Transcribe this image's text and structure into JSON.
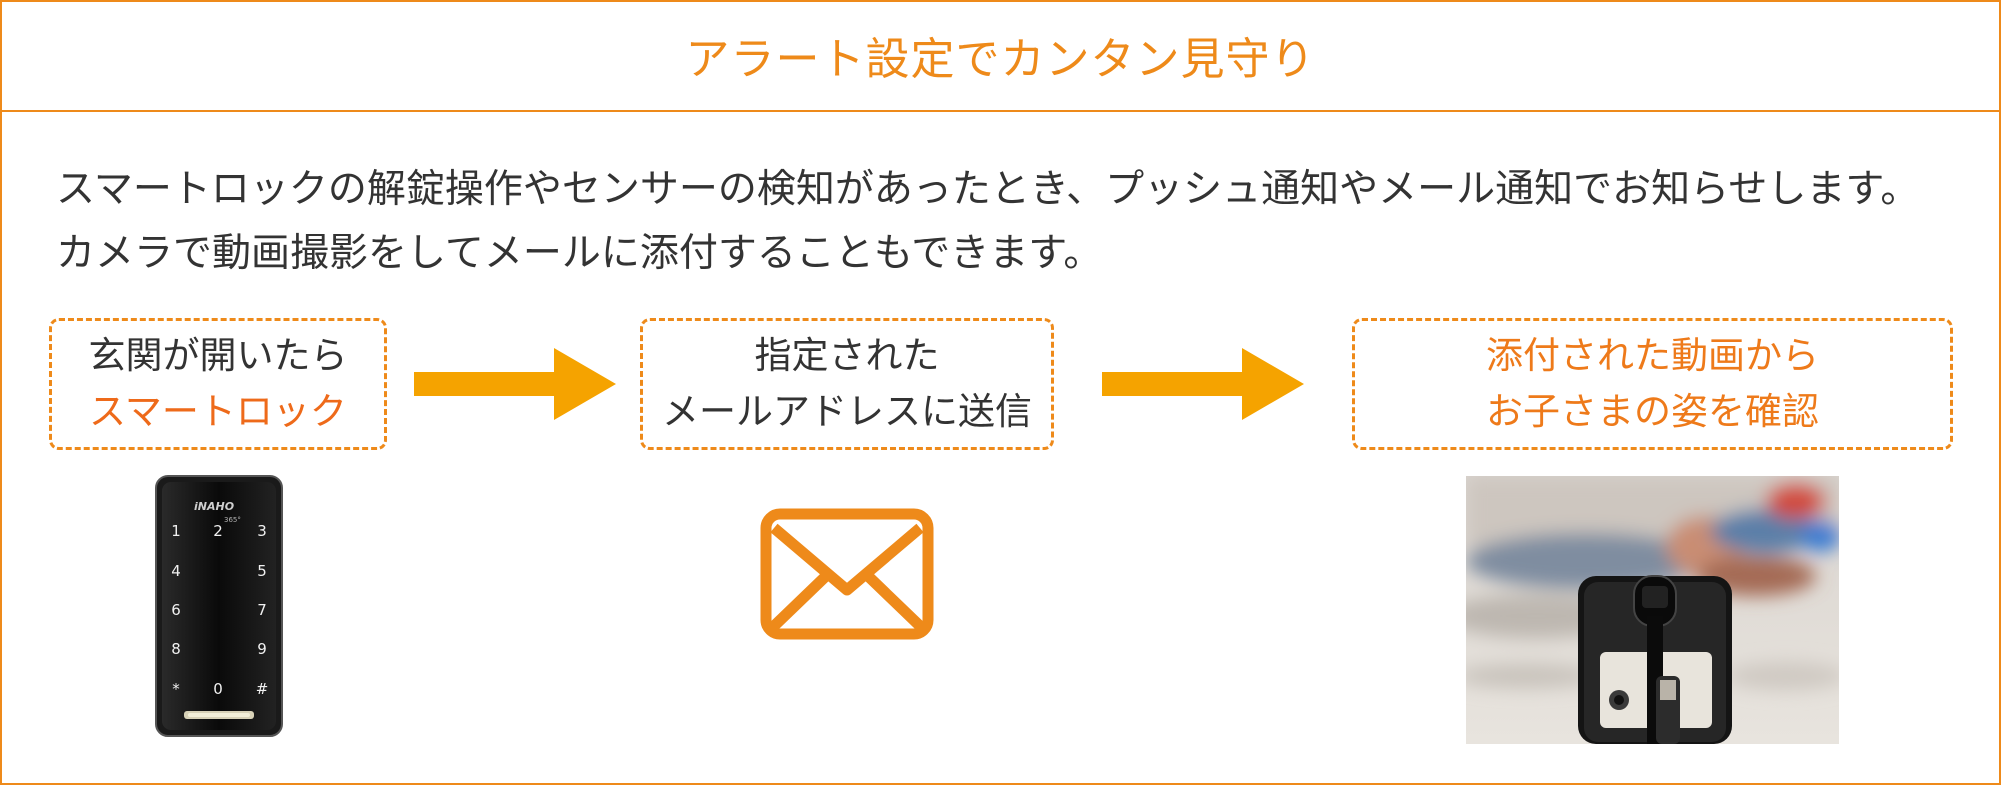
{
  "header": {
    "title": "アラート設定でカンタン見守り"
  },
  "intro": {
    "line1": "スマートロックの解錠操作やセンサーの検知があったとき、プッシュ通知やメール通知でお知らせします。",
    "line2": "カメラで動画撮影をしてメールに添付することもできます。"
  },
  "steps": [
    {
      "line1": "玄関が開いたら",
      "line2": "スマートロック"
    },
    {
      "line1": "指定された",
      "line2": "メールアドレスに送信"
    },
    {
      "line1": "添付された動画から",
      "line2": "お子さまの姿を確認"
    }
  ],
  "keypad": {
    "brand": "iNAHO",
    "model": "365°",
    "keys": [
      "1",
      "2",
      "3",
      "4",
      "5",
      "6",
      "7",
      "8",
      "9",
      "*",
      "0",
      "#"
    ]
  },
  "colors": {
    "accent": "#ee8a1a",
    "arrow": "#f5a300",
    "highlight_text": "#ee6a1a"
  },
  "icons": {
    "arrow": "right-arrow-icon",
    "mail": "envelope-icon"
  }
}
